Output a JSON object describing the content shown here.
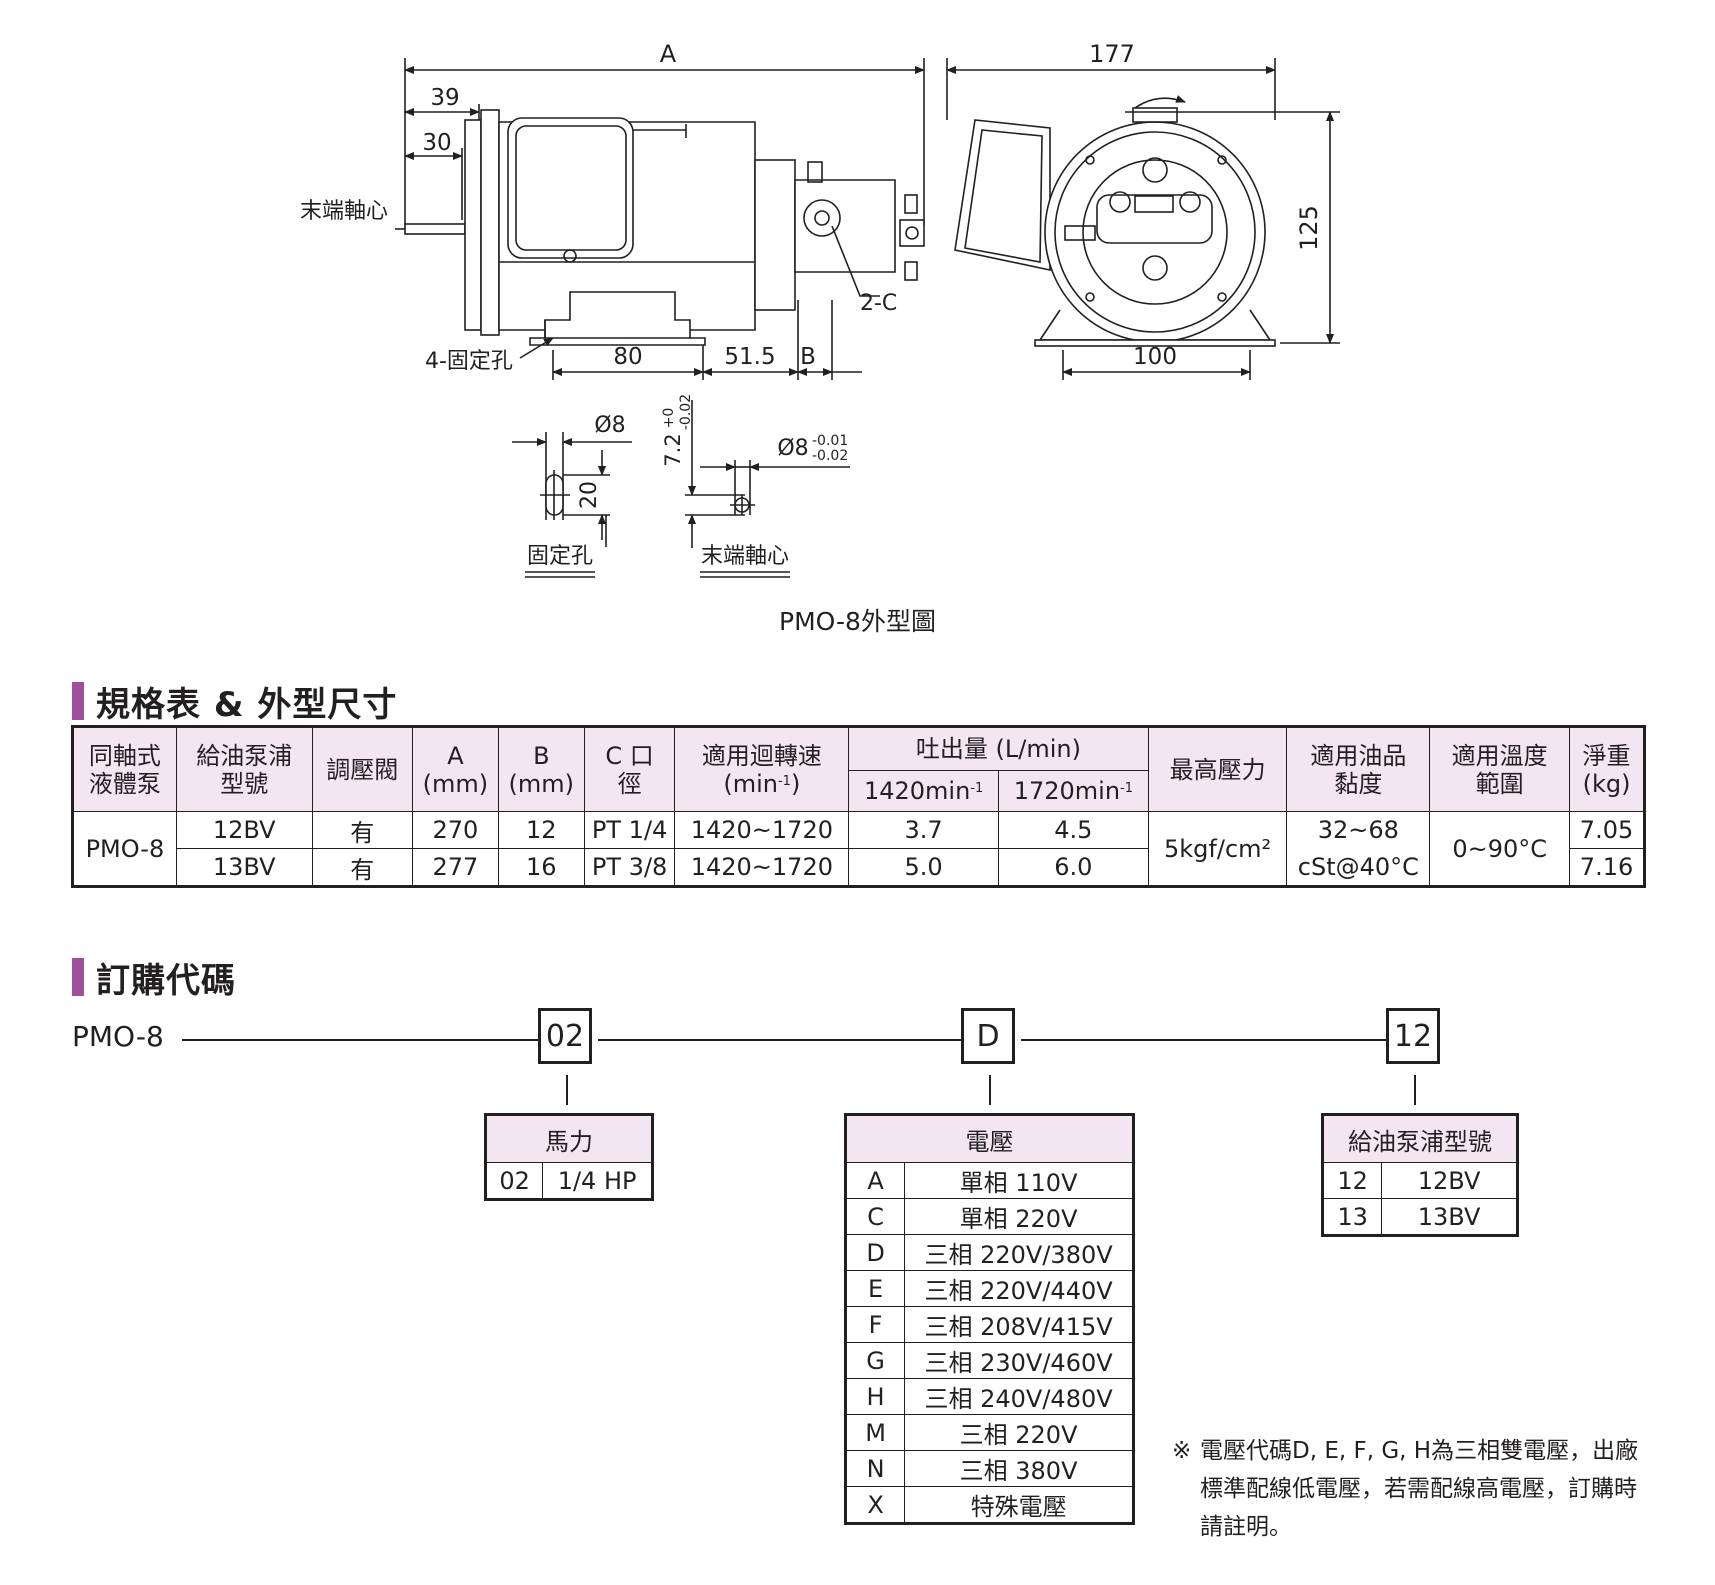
{
  "drawing": {
    "dim_A": "A",
    "dim_39": "39",
    "dim_30": "30",
    "dim_177": "177",
    "dim_125": "125",
    "dim_80": "80",
    "dim_51_5": "51.5",
    "dim_B": "B",
    "dim_100": "100",
    "label_shaft": "末端軸心",
    "label_4holes": "4-固定孔",
    "label_2c": "2-C",
    "label_d8": "Ø8",
    "label_20": "20",
    "label_fixhole": "固定孔",
    "label_7_2": "7.2",
    "tol_plus0": "+0",
    "tol_minus002": "-0.02",
    "label_d8b": "Ø8",
    "tol_minus001": "-0.01",
    "tol_minus002b": "-0.02",
    "label_shaft2": "末端軸心",
    "caption": "PMO-8外型圖"
  },
  "spec_section": {
    "title": "規格表 & 外型尺寸",
    "headers": {
      "col1": "同軸式液體泵",
      "col2": "給油泵浦型號",
      "col3": "調壓閥",
      "colA": "A (mm)",
      "colB": "B (mm)",
      "colC": "C 口徑",
      "speed": "適用迴轉速",
      "speed_unit": "(min",
      "output": "吐出量 (L/min)",
      "out1": "1420min",
      "out2": "1720min",
      "pressure": "最高壓力",
      "viscosity": "適用油品黏度",
      "temp": "適用溫度範圍",
      "weight": "淨重 (kg)",
      "sup": "-1",
      "sup_close": ")"
    },
    "rows": [
      {
        "model": "12BV",
        "valve": "有",
        "a": "270",
        "b": "12",
        "c": "PT 1/4",
        "speed": "1420~1720",
        "out1": "3.7",
        "out2": "4.5",
        "weight": "7.05"
      },
      {
        "model": "13BV",
        "valve": "有",
        "a": "277",
        "b": "16",
        "c": "PT 3/8",
        "speed": "1420~1720",
        "out1": "5.0",
        "out2": "6.0",
        "weight": "7.16"
      }
    ],
    "shared": {
      "pump": "PMO-8",
      "pressure": "5kgf/cm²",
      "visc1": "32~68",
      "visc2": "cSt@40°C",
      "temp": "0~90°C"
    }
  },
  "order_section": {
    "title": "訂購代碼",
    "base": "PMO-8",
    "codes": [
      "02",
      "D",
      "12"
    ],
    "hp_table": {
      "title": "馬力",
      "rows": [
        {
          "code": "02",
          "value": "1/4 HP"
        }
      ]
    },
    "voltage_table": {
      "title": "電壓",
      "rows": [
        {
          "code": "A",
          "value": "單相 110V"
        },
        {
          "code": "C",
          "value": "單相 220V"
        },
        {
          "code": "D",
          "value": "三相 220V/380V"
        },
        {
          "code": "E",
          "value": "三相 220V/440V"
        },
        {
          "code": "F",
          "value": "三相 208V/415V"
        },
        {
          "code": "G",
          "value": "三相 230V/460V"
        },
        {
          "code": "H",
          "value": "三相 240V/480V"
        },
        {
          "code": "M",
          "value": "三相 220V"
        },
        {
          "code": "N",
          "value": "三相 380V"
        },
        {
          "code": "X",
          "value": "特殊電壓"
        }
      ]
    },
    "pump_table": {
      "title": "給油泵浦型號",
      "rows": [
        {
          "code": "12",
          "value": "12BV"
        },
        {
          "code": "13",
          "value": "13BV"
        }
      ]
    },
    "note_mark": "※",
    "note": "電壓代碼D, E, F, G, H為三相雙電壓，出廠標準配線低電壓，若需配線高電壓，訂購時請註明。"
  }
}
